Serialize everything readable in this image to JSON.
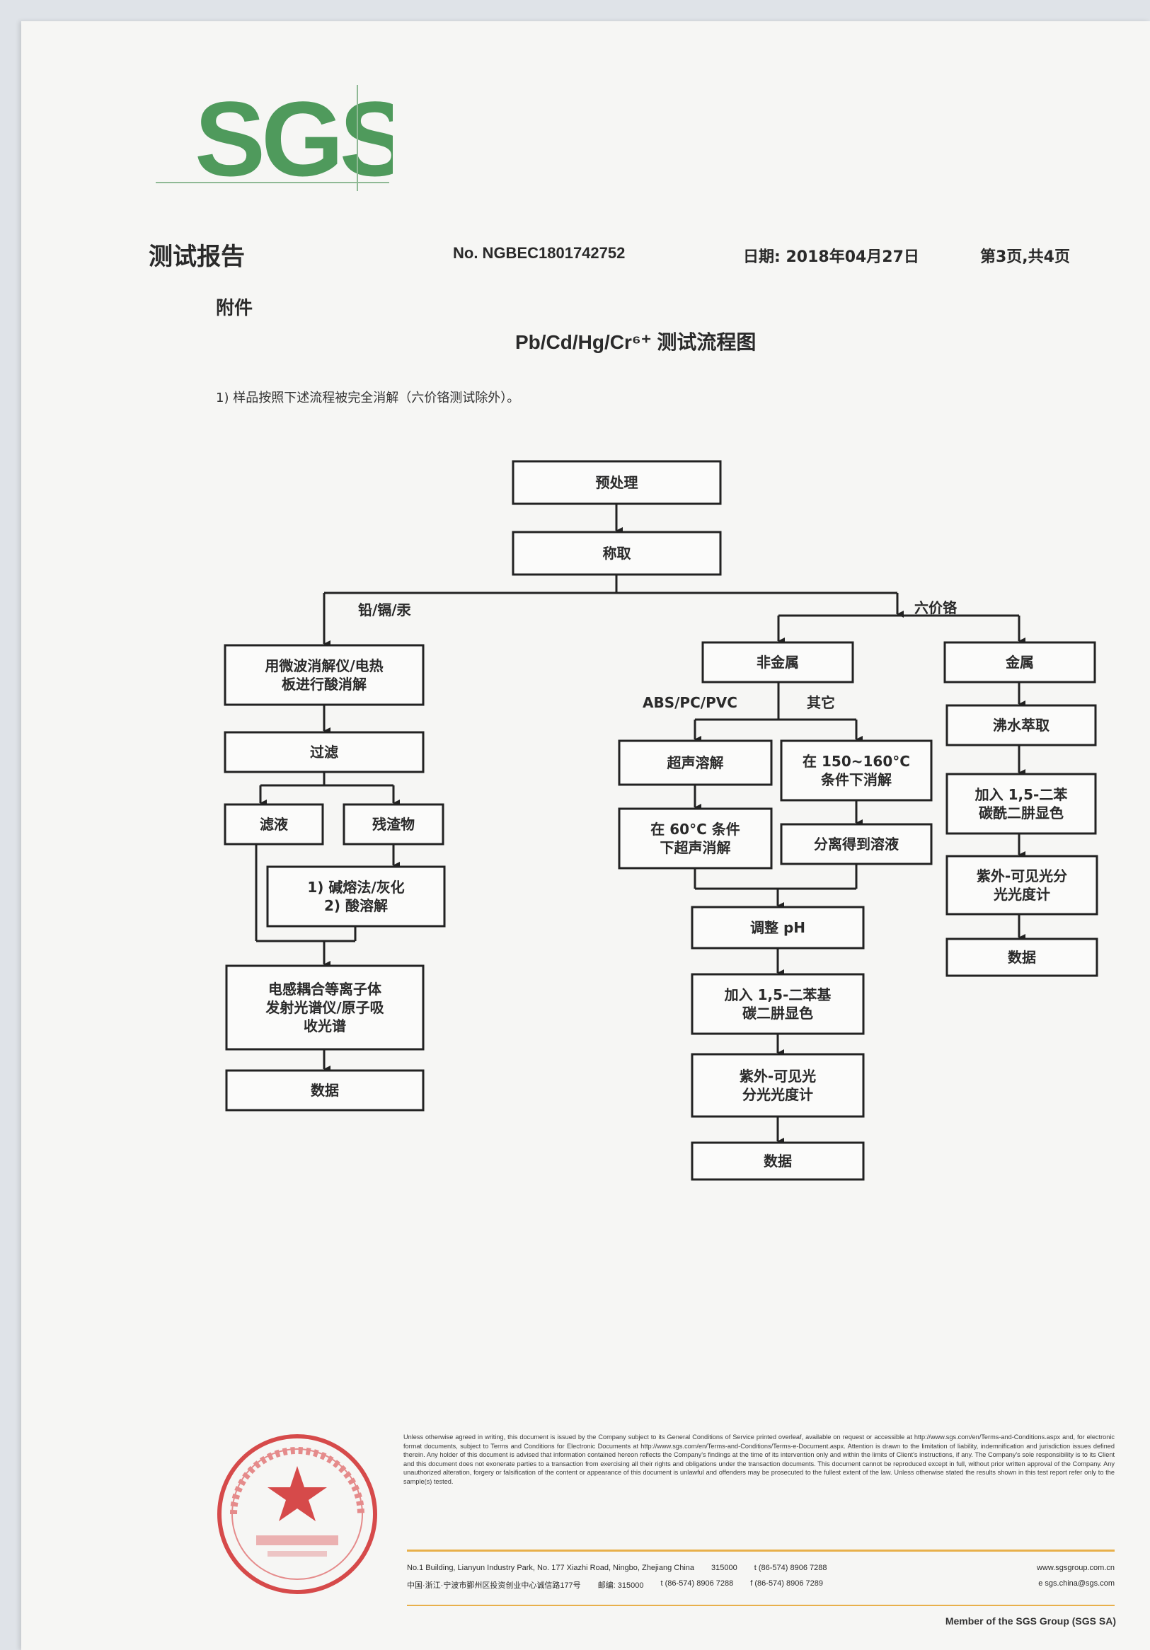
{
  "header": {
    "logo_text": "SGS",
    "title": "测试报告",
    "report_no": "No. NGBEC1801742752",
    "date": "日期: 2018年04月27日",
    "page": "第3页,共4页",
    "attachment": "附件"
  },
  "flowchart": {
    "title": "Pb/Cd/Hg/Cr⁶⁺ 测试流程图",
    "note": "1) 样品按照下述流程被完全消解（六价铬测试除外）。",
    "nodes": {
      "prep": "预处理",
      "weigh": "称取",
      "acid_digest": [
        "用微波消解仪/电热",
        "板进行酸消解"
      ],
      "filter": "过滤",
      "filtrate": "滤液",
      "residue": "残渣物",
      "residue_treat": [
        "1) 碱熔法/灰化",
        "2) 酸溶解"
      ],
      "icp": [
        "电感耦合等离子体",
        "发射光谱仪/原子吸",
        "收光谱"
      ],
      "data_left": "数据",
      "nonmetal": "非金属",
      "ultrasonic": "超声溶解",
      "heat150": [
        "在 150~160°C",
        "条件下消解"
      ],
      "ultrasonic60": [
        "在 60°C 条件",
        "下超声消解"
      ],
      "separate": "分离得到溶液",
      "ph": "调整 pH",
      "dpc_mid": [
        "加入 1,5-二苯基",
        "碳二肼显色"
      ],
      "uv_mid": [
        "紫外-可见光",
        "分光光度计"
      ],
      "data_mid": "数据",
      "metal": "金属",
      "boil": "沸水萃取",
      "dpc_right": [
        "加入 1,5-二苯",
        "碳酰二肼显色"
      ],
      "uv_right": [
        "紫外-可见光分",
        "光光度计"
      ],
      "data_right": "数据"
    },
    "labels": {
      "branch_left": "铅/镉/汞",
      "branch_right": "六价铬",
      "abs": "ABS/PC/PVC",
      "other": "其它"
    }
  },
  "footer": {
    "disclaimer": "Unless otherwise agreed in writing, this document is issued by the Company subject to its General Conditions of Service printed overleaf, available on request or accessible at http://www.sgs.com/en/Terms-and-Conditions.aspx and, for electronic format documents, subject to Terms and Conditions for Electronic Documents at http://www.sgs.com/en/Terms-and-Conditions/Terms-e-Document.aspx. Attention is drawn to the limitation of liability, indemnification and jurisdiction issues defined therein. Any holder of this document is advised that information contained hereon reflects the Company's findings at the time of its intervention only and within the limits of Client's instructions, if any. The Company's sole responsibility is to its Client and this document does not exonerate parties to a transaction from exercising all their rights and obligations under the transaction documents. This document cannot be reproduced except in full, without prior written approval of the Company. Any unauthorized alteration, forgery or falsification of the content or appearance of this document is unlawful and offenders may be prosecuted to the fullest extent of the law. Unless otherwise stated the results shown in this test report refer only to the sample(s) tested.",
    "line1": [
      "No.1 Building, Lianyun Industry Park, No. 177 Xiazhi Road, Ningbo, Zhejiang China",
      "315000",
      "t (86-574) 8906 7288",
      "www.sgsgroup.com.cn"
    ],
    "line2": [
      "中国·浙江·宁波市鄞州区投资创业中心诚信路177号",
      "邮编: 315000",
      "t (86-574) 8906 7288",
      "f (86-574) 8906 7289",
      "e sgs.china@sgs.com"
    ],
    "member": "Member of the SGS Group (SGS SA)"
  },
  "colors": {
    "logo_green": "#4f9a5c",
    "seal_red": "#d64a4a",
    "rule_orange": "#e8b04a"
  }
}
